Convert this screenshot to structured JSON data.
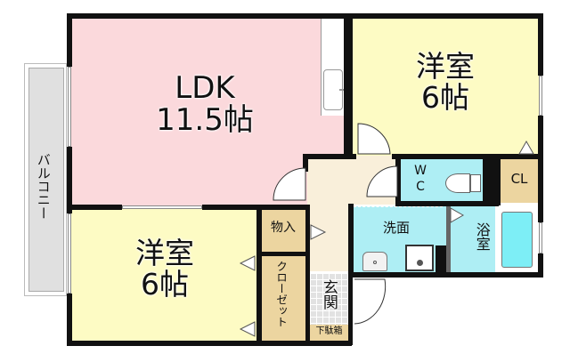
{
  "floor_plan": {
    "rooms": {
      "ldk": {
        "name": "LDK",
        "size": "11.5帖",
        "color": "#fbd9dc"
      },
      "western_room_1": {
        "name": "洋室",
        "size": "6帖",
        "color": "#fdfbc4"
      },
      "western_room_2": {
        "name": "洋室",
        "size": "6帖",
        "color": "#fdfbc4"
      },
      "wc": {
        "name_line1": "W",
        "name_line2": "C",
        "color": "#aeeef4"
      },
      "closet_cl": {
        "name": "CL",
        "color": "#ecd5a0"
      },
      "washroom": {
        "name": "洗面",
        "color": "#aeeef4"
      },
      "bathroom": {
        "name": "浴室",
        "color": "#aeeef4"
      },
      "storage": {
        "name": "物入",
        "color": "#ecd5a0"
      },
      "closet": {
        "name": "クローゼット",
        "color": "#ecd5a0"
      },
      "entrance": {
        "name": "玄関",
        "color": "#e2e2e2"
      },
      "shoe_box": {
        "name": "下駄箱",
        "color": "#ecd5a0"
      },
      "hallway": {
        "color": "#f9efda"
      },
      "balcony": {
        "name": "バルコニー",
        "color": "#e0e0e0"
      }
    },
    "colors": {
      "wall": "#111111",
      "bathtub": "#7deef6"
    }
  }
}
